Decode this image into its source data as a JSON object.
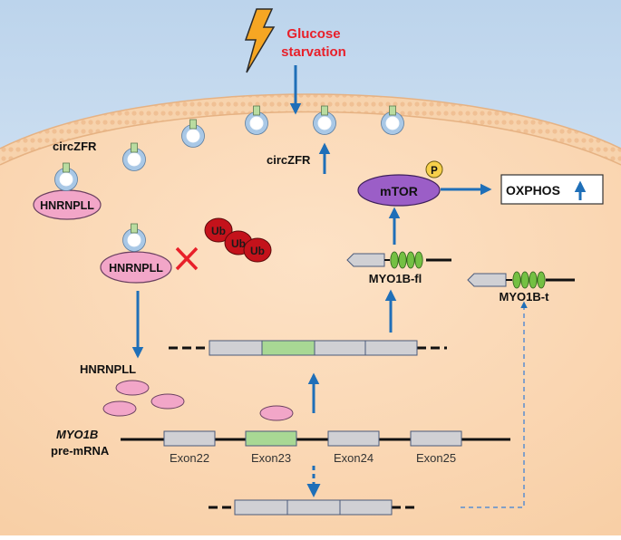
{
  "labels": {
    "stimulus": [
      "Glucose",
      "starvation"
    ],
    "circ_zfr_top": "circZFR",
    "circ_zfr_mid": "circZFR",
    "hnrnpll_bound": "HNRNPLL",
    "hnrnpll_free": "HNRNPLL",
    "hnrnpll_pool": "HNRNPLL",
    "ub": [
      "Ub",
      "Ub",
      "Ub"
    ],
    "mtor": "mTOR",
    "phospho": "P",
    "oxphos": "OXPHOS",
    "myo1b_fl": "MYO1B-fl",
    "myo1b_t": "MYO1B-t",
    "myo1b_gene": "MYO1B",
    "pre_mrna": "pre-mRNA",
    "exons": [
      "Exon22",
      "Exon23",
      "Exon24",
      "Exon25"
    ]
  },
  "colors": {
    "cytoplasm": "#fbd8b4",
    "membrane": "#f2c79c",
    "extracellular_top": "#c9dcef",
    "arrow": "#1f6fb8",
    "stimulus_text": "#e8202a",
    "hnrnpll_fill": "#f2a6c8",
    "mtor_fill": "#9b5ec7",
    "ub_fill": "#c4121b",
    "exon_gray": "#d0d0d4",
    "exon_green": "#a8d894",
    "circ_ring": "#a9c8e6",
    "domain_green": "#74c043",
    "phospho_fill": "#f7d04a"
  },
  "icons": {
    "stimulus": "lightning-bolt-icon",
    "inhibition": "red-cross-icon"
  }
}
